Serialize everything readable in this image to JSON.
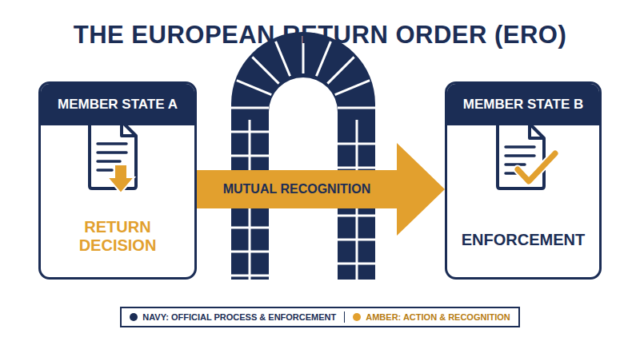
{
  "diagram": {
    "title": "THE EUROPEAN RETURN ORDER (ERO)",
    "nodes": [
      {
        "text": [
          "MEMBER STATE A",
          "RETURN DECISION"
        ]
      },
      {
        "text": [
          "MEMBER STATE B",
          "ENFORCEMENT"
        ]
      }
    ],
    "edges": [
      {
        "from": 0,
        "to": 1,
        "label": "MUTUAL RECOGNITION",
        "arrow": "to"
      }
    ],
    "legend": [
      {
        "text": "NAVY: OFFICIAL PROCESS & ENFORCEMENT",
        "color": "#1b2d55"
      },
      {
        "text": "AMBER: ACTION & RECOGNITION",
        "color": "#e2a02e"
      }
    ]
  }
}
